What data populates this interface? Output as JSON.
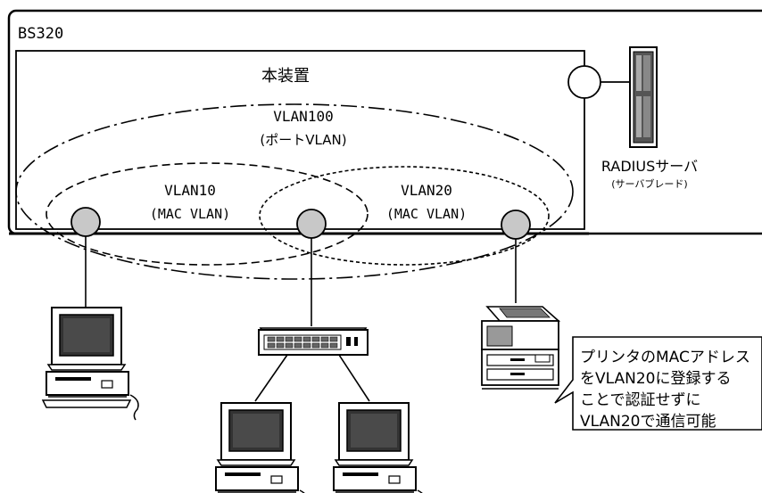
{
  "chassis": {
    "label": "BS320",
    "inner_label": "本装置"
  },
  "vlans": [
    {
      "name": "VLAN100",
      "type": "(ポートVLAN)"
    },
    {
      "name": "VLAN10",
      "type": "(MAC VLAN)"
    },
    {
      "name": "VLAN20",
      "type": "(MAC VLAN)"
    }
  ],
  "radius": {
    "label": "RADIUSサーバ",
    "sub": "(サーバブレード)"
  },
  "callout": {
    "lines": [
      "プリンタのMACアドレス",
      "をVLAN20に登録する",
      "ことで認証せずに",
      "VLAN20で通信可能"
    ]
  }
}
